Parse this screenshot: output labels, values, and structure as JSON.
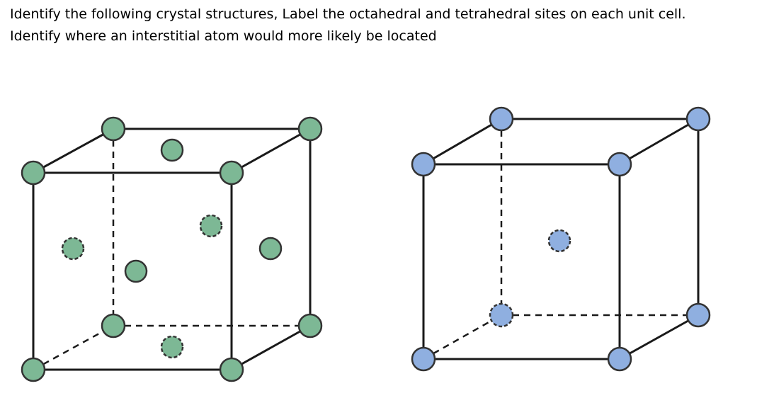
{
  "question": {
    "line1": "Identify the following crystal structures, Label the octahedral and tetrahedral sites on each unit cell.",
    "line2": "Identify where an interstitial atom would more likely be located"
  },
  "figures": [
    {
      "structure": "face-centered cubic",
      "atom_color": "#7db895",
      "atom_count": 14
    },
    {
      "structure": "body-centered cubic",
      "atom_color": "#8fafe0",
      "atom_count": 9
    }
  ],
  "colors": {
    "edge": "#1a1a1a",
    "atom_outline": "#333333",
    "background": "#ffffff"
  }
}
